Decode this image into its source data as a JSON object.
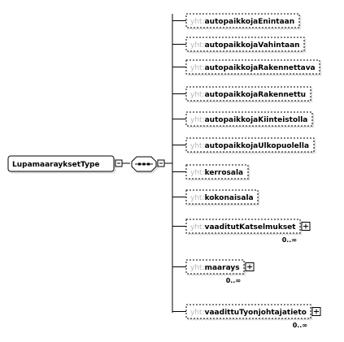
{
  "root": {
    "name": "LupamaarayksetType"
  },
  "prefix": "yht",
  "separator": ":",
  "elements": [
    {
      "name": "autopaikkojaEnintaan",
      "optional": true,
      "expandable": false,
      "multiplicity": ""
    },
    {
      "name": "autopaikkojaVahintaan",
      "optional": true,
      "expandable": false,
      "multiplicity": ""
    },
    {
      "name": "autopaikkojaRakennettava",
      "optional": true,
      "expandable": false,
      "multiplicity": ""
    },
    {
      "name": "autopaikkojaRakennettu",
      "optional": true,
      "expandable": false,
      "multiplicity": ""
    },
    {
      "name": "autopaikkojaKiinteistolla",
      "optional": true,
      "expandable": false,
      "multiplicity": ""
    },
    {
      "name": "autopaikkojaUlkopuolella",
      "optional": true,
      "expandable": false,
      "multiplicity": ""
    },
    {
      "name": "kerrosala",
      "optional": true,
      "expandable": false,
      "multiplicity": ""
    },
    {
      "name": "kokonaisala",
      "optional": true,
      "expandable": false,
      "multiplicity": ""
    },
    {
      "name": "vaaditutKatselmukset",
      "optional": true,
      "expandable": true,
      "multiplicity": "0..∞"
    },
    {
      "name": "maarays",
      "optional": true,
      "expandable": true,
      "multiplicity": "0..∞"
    },
    {
      "name": "vaadittuTyonjohtajatieto",
      "optional": true,
      "expandable": true,
      "multiplicity": "0..∞"
    }
  ],
  "colors": {
    "line": "#000000",
    "box_fill": "#ffffff",
    "prefix": "#b7b7b7"
  }
}
